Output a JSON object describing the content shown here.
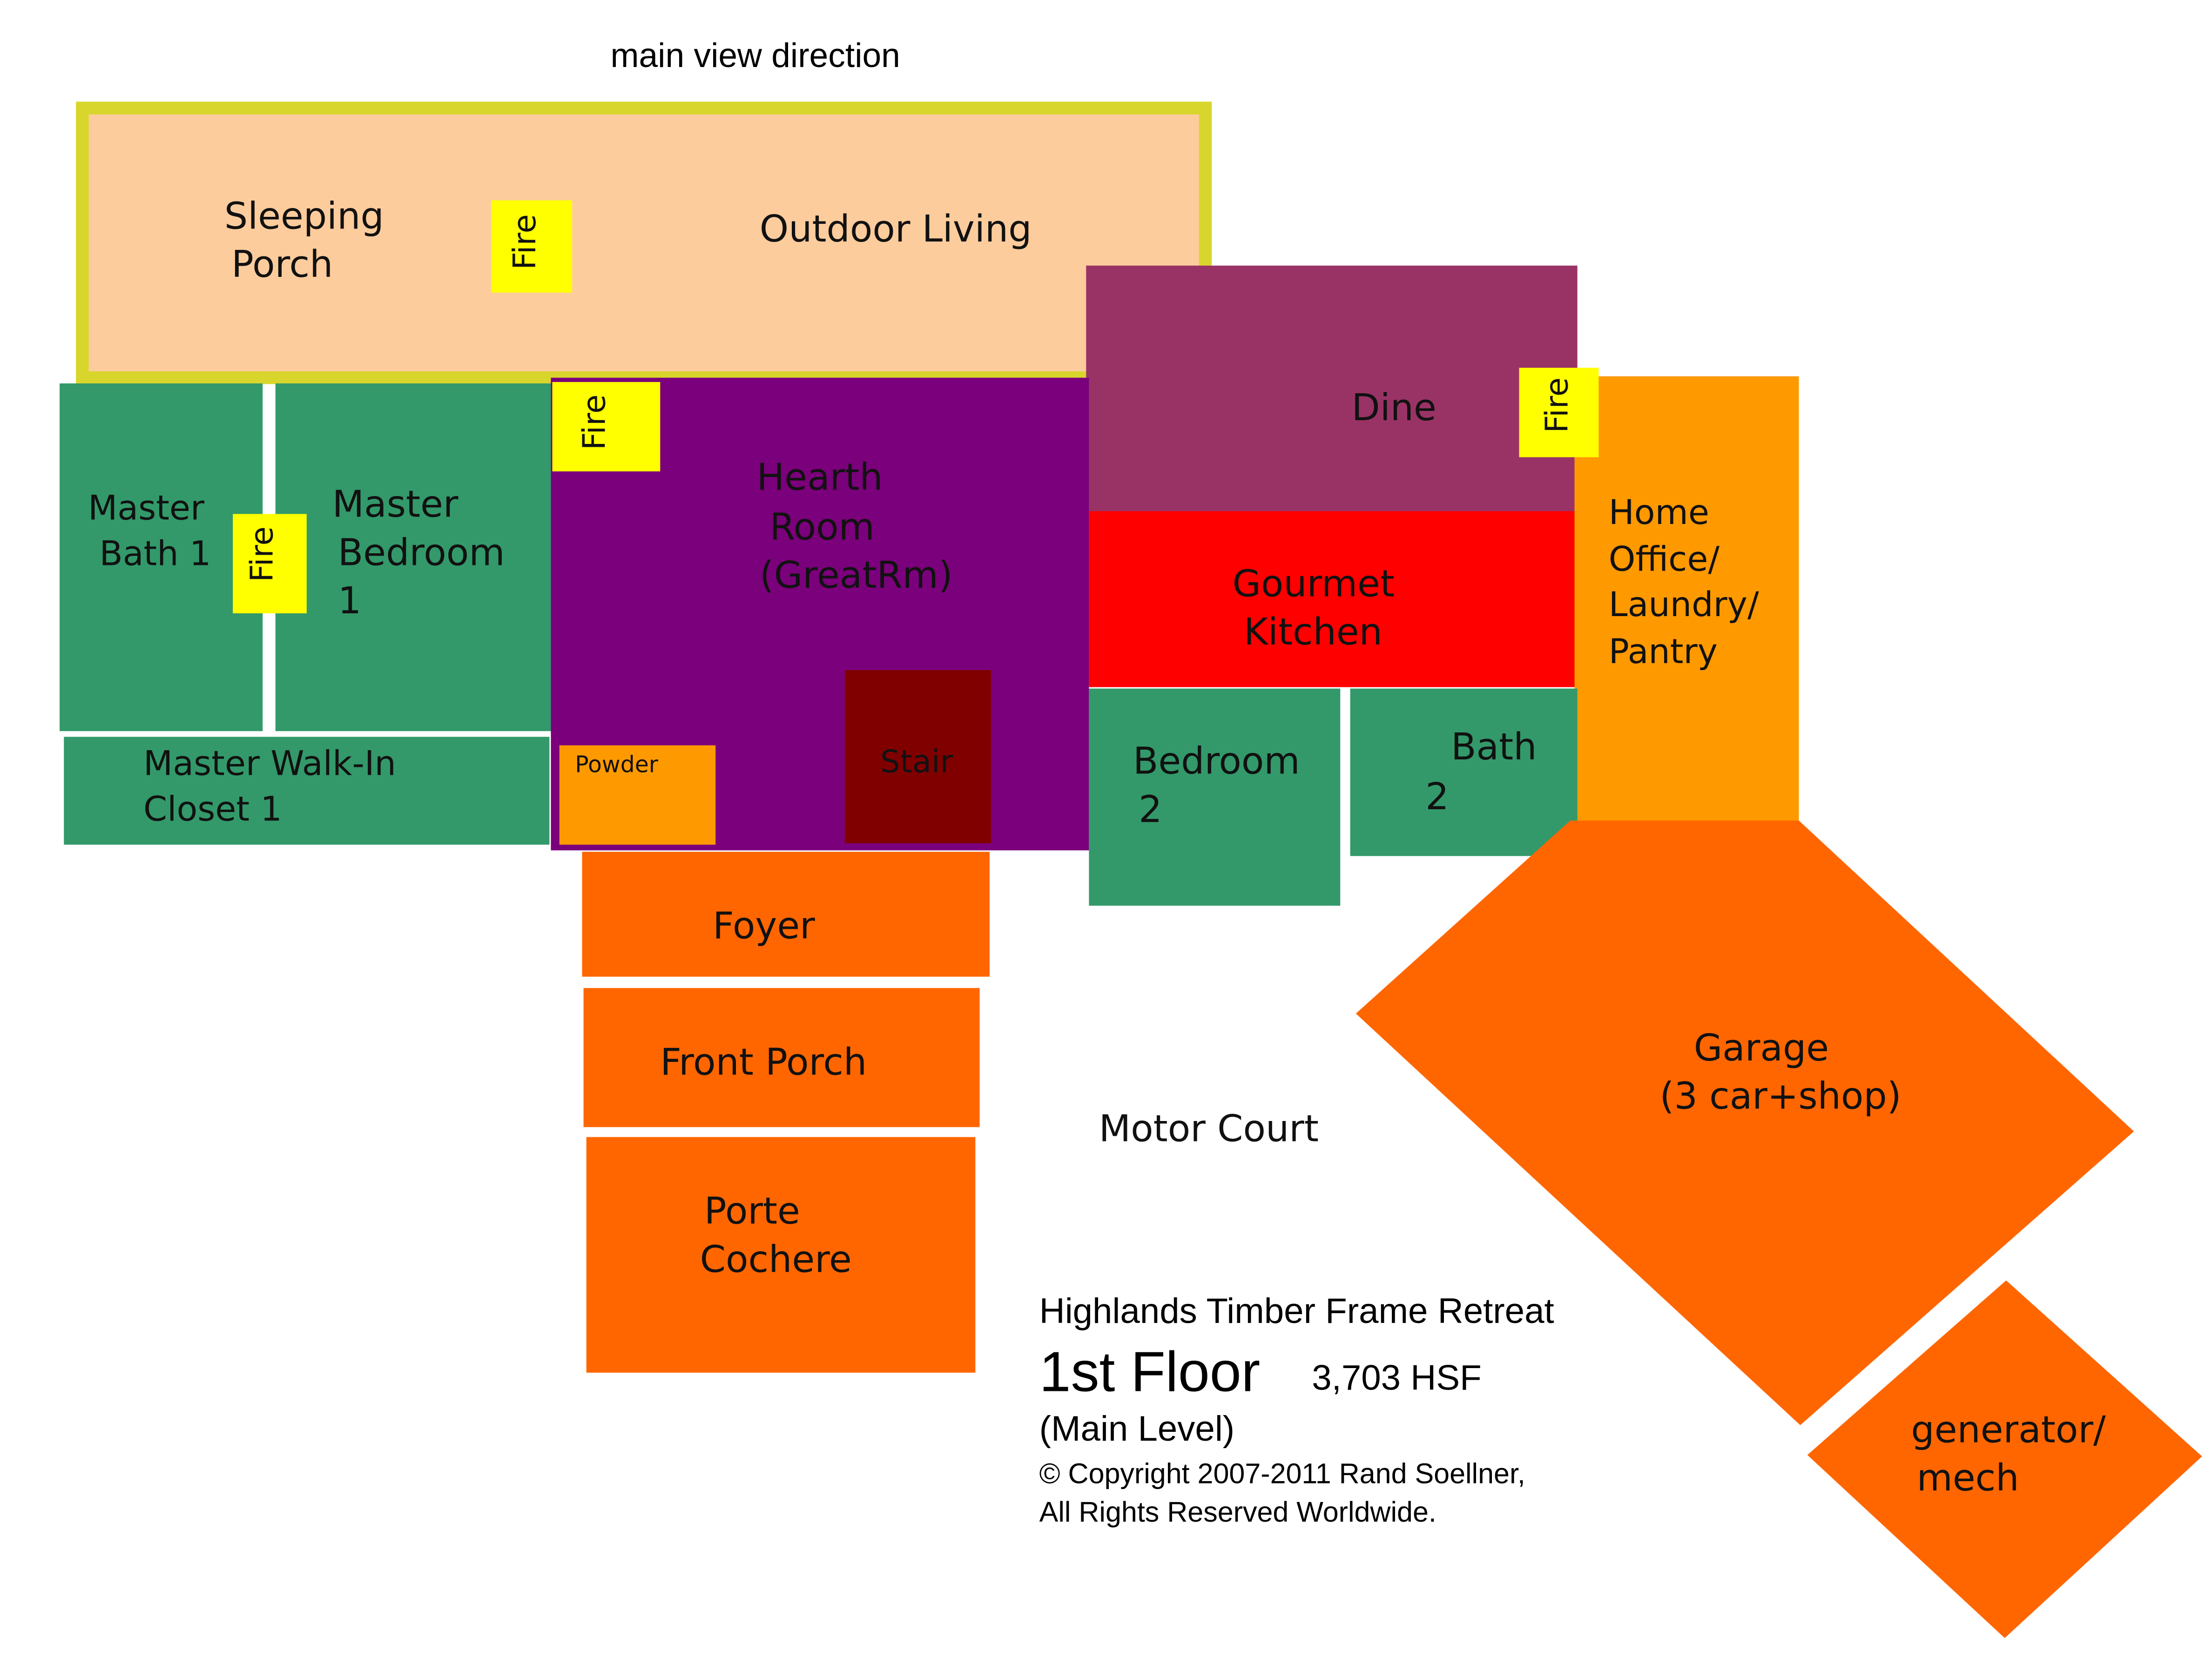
{
  "header": {
    "view_direction": "main view direction"
  },
  "rooms": {
    "sleeping_porch": {
      "lines": [
        "Sleeping",
        "Porch"
      ],
      "color": "#FDCC9C"
    },
    "outdoor_living": {
      "lines": [
        "Outdoor Living"
      ],
      "color": "#FDCC9C"
    },
    "porch_border_color": "#D8D62C",
    "dine": {
      "lines": [
        "Dine"
      ],
      "color": "#993366"
    },
    "hearth_room": {
      "lines": [
        "Hearth",
        "Room",
        "(GreatRm)"
      ],
      "color": "#7B007B"
    },
    "master_bath": {
      "lines": [
        "Master",
        "Bath 1"
      ],
      "color": "#33996A"
    },
    "master_bedroom": {
      "lines": [
        "Master",
        "Bedroom",
        "1"
      ],
      "color": "#33996A"
    },
    "master_closet": {
      "lines": [
        "Master Walk-In",
        "Closet 1"
      ],
      "color": "#33996A"
    },
    "gourmet_kitchen": {
      "lines": [
        "Gourmet",
        "Kitchen"
      ],
      "color": "#FF0000"
    },
    "home_office": {
      "lines": [
        "Home",
        "Office/",
        "Laundry/",
        "Pantry"
      ],
      "color": "#FF9900"
    },
    "bedroom_2": {
      "lines": [
        "Bedroom",
        "2"
      ],
      "color": "#33996A"
    },
    "bath_2": {
      "lines": [
        "Bath",
        "2"
      ],
      "color": "#33996A"
    },
    "powder": {
      "lines": [
        "Powder"
      ],
      "color": "#FF9900"
    },
    "stair": {
      "lines": [
        "Stair"
      ],
      "color": "#800000"
    },
    "foyer": {
      "lines": [
        "Foyer"
      ],
      "color": "#FF6600"
    },
    "front_porch": {
      "lines": [
        "Front Porch"
      ],
      "color": "#FF6600"
    },
    "porte_cochere": {
      "lines": [
        "Porte",
        "Cochere"
      ],
      "color": "#FF6600"
    },
    "garage": {
      "lines": [
        "Garage",
        "(3 car+shop)"
      ],
      "color": "#FF6600"
    },
    "generator": {
      "lines": [
        "generator/",
        "mech"
      ],
      "color": "#FF6600"
    },
    "motor_court": {
      "lines": [
        "Motor Court"
      ]
    }
  },
  "fireplaces": {
    "label": "Fire",
    "color": "#FFFF00"
  },
  "info": {
    "project": "Highlands Timber Frame Retreat",
    "floor": "1st Floor",
    "area": "3,703 HSF",
    "level": "(Main Level)",
    "copyright_1": "© Copyright 2007-2011 Rand Soellner,",
    "copyright_2": "All Rights Reserved Worldwide."
  }
}
